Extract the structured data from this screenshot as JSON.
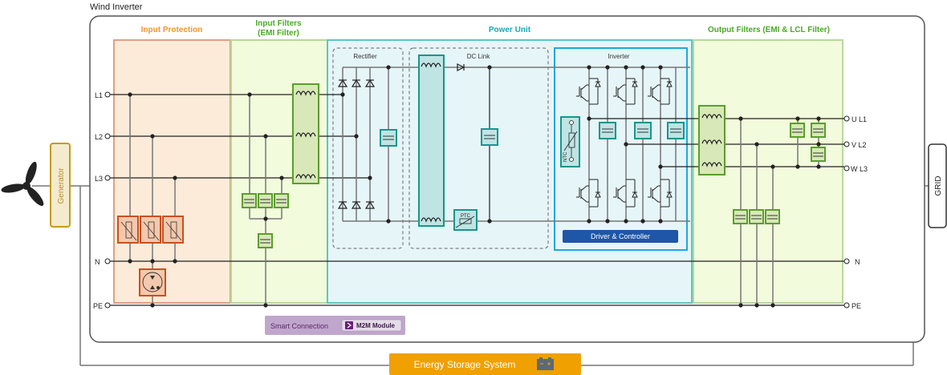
{
  "title": "Wind Inverter",
  "sections": {
    "input_protection": "Input  Protection",
    "input_filters_l1": "Input Filters",
    "input_filters_l2": "(EMI Filter)",
    "power_unit": "Power Unit",
    "output_filters": "Output Filters (EMI & LCL Filter)"
  },
  "sub_blocks": {
    "rectifier": "Rectifier",
    "dc_link": "DC Link",
    "inverter": "Inverter",
    "driver_controller": "Driver & Controller",
    "ptc": "PTC",
    "ntc": "NTC"
  },
  "inputs": [
    "L1",
    "L2",
    "L3",
    "N",
    "PE"
  ],
  "outputs": [
    "U L1",
    "V L2",
    "W L3",
    "N",
    "PE"
  ],
  "generator": "Generator",
  "grid": "GRID",
  "smart_connection": {
    "label": "Smart Connection",
    "module": "M2M Module"
  },
  "energy_storage": "Energy Storage System",
  "icons": {
    "wind_turbine": "three-blade-rotor",
    "battery": "battery-icon",
    "m2m_chevron": "chevron-right"
  },
  "colors": {
    "protection_fill": "#fdebd9",
    "protection_stroke": "#e0a080",
    "protection_component": "#c8501e",
    "filter_fill": "#f2fbdc",
    "filter_stroke": "#b8d89a",
    "filter_component": "#5a9e2a",
    "power_fill": "#e6f5f8",
    "power_stroke": "#5cc6c6",
    "power_component": "#18958e",
    "inverter_stroke": "#1ea8e0",
    "driver_fill": "#1e56a8",
    "title_orange": "#f0962a",
    "title_green": "#4aa828",
    "title_teal": "#18a8b8",
    "generator_fill": "#f4ebcf",
    "generator_stroke": "#c89a18",
    "smart_fill": "#c0a6cc",
    "m2m_accent": "#6a1e78",
    "ess_fill": "#f0a000"
  }
}
